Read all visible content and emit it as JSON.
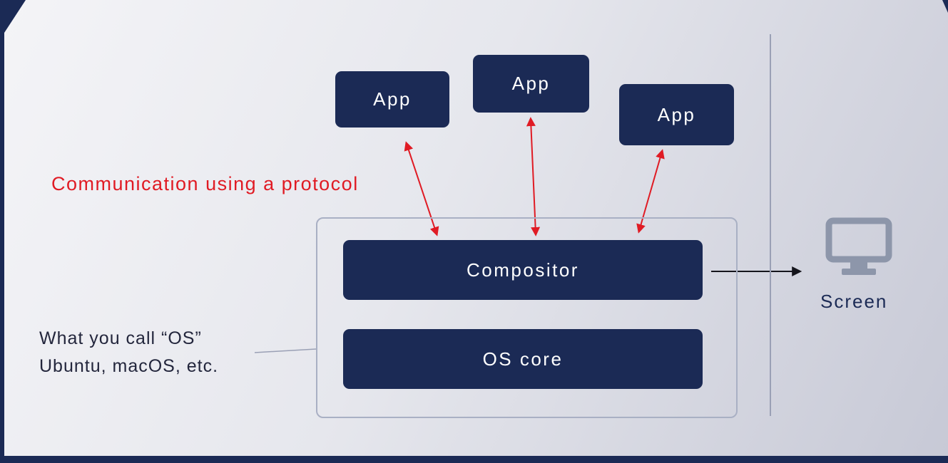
{
  "colors": {
    "navy": "#1b2a55",
    "red": "#e01b24",
    "screen-icon-gray": "#8d96aa",
    "panel-light": "#f4f4f7",
    "panel-dark": "#c7c9d6",
    "line-gray": "#9aa0b5"
  },
  "diagram": {
    "apps": [
      {
        "label": "App"
      },
      {
        "label": "App"
      },
      {
        "label": "App"
      }
    ],
    "protocol_note": "Communication using a protocol",
    "system_box": {
      "compositor_label": "Compositor",
      "os_core_label": "OS core"
    },
    "os_note": {
      "line1": "What you call “OS”",
      "line2": "Ubuntu, macOS, etc."
    },
    "screen_label": "Screen"
  }
}
